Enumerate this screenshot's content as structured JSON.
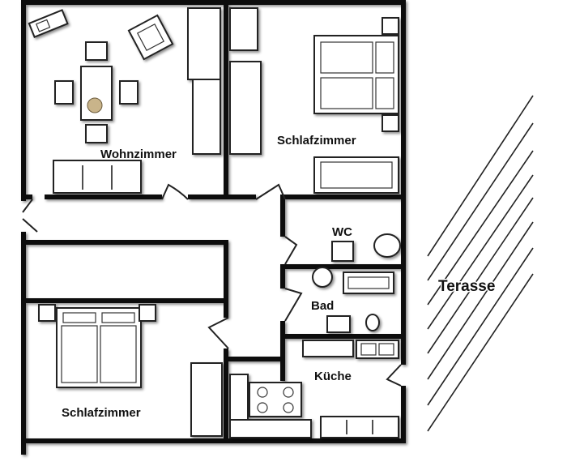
{
  "rooms": {
    "living": "Wohnzimmer",
    "bedroom_top": "Schlafzimmer",
    "wc": "WC",
    "bath": "Bad",
    "kitchen": "Küche",
    "bedroom_bottom": "Schlafzimmer"
  },
  "terrace": "Terasse",
  "colors": {
    "wall": "#111111",
    "floor": "#ffffff",
    "line": "#222222"
  }
}
